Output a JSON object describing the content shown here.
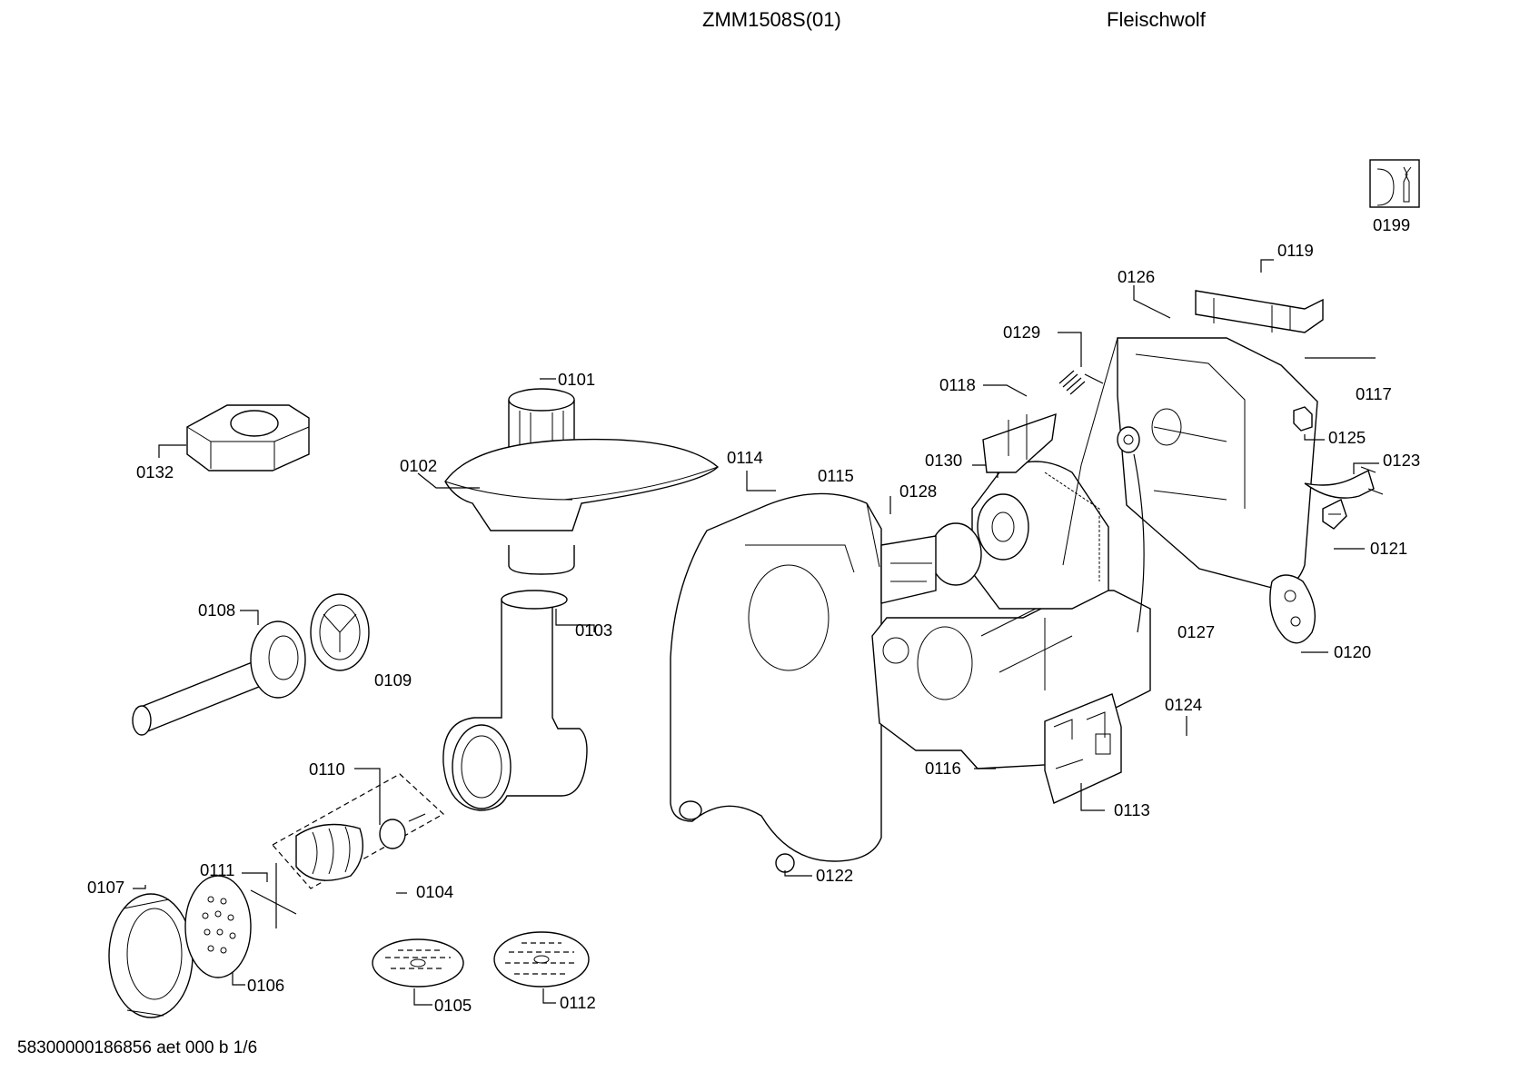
{
  "header": {
    "model": "ZMM1508S(01)",
    "title": "Fleischwolf"
  },
  "footer": {
    "doc_id": "58300000186856 aet 000 b 1/6"
  },
  "parts": {
    "p0101": "0101",
    "p0102": "0102",
    "p0103": "0103",
    "p0104": "0104",
    "p0105": "0105",
    "p0106": "0106",
    "p0107": "0107",
    "p0108": "0108",
    "p0109": "0109",
    "p0110": "0110",
    "p0111": "0111",
    "p0112": "0112",
    "p0113": "0113",
    "p0114": "0114",
    "p0115": "0115",
    "p0116": "0116",
    "p0117": "0117",
    "p0118": "0118",
    "p0119": "0119",
    "p0120": "0120",
    "p0121": "0121",
    "p0122": "0122",
    "p0123": "0123",
    "p0124": "0124",
    "p0125": "0125",
    "p0126": "0126",
    "p0127": "0127",
    "p0128": "0128",
    "p0129": "0129",
    "p0130": "0130",
    "p0132": "0132",
    "p0199": "0199"
  },
  "icons": {
    "service": "service-tools-icon"
  }
}
